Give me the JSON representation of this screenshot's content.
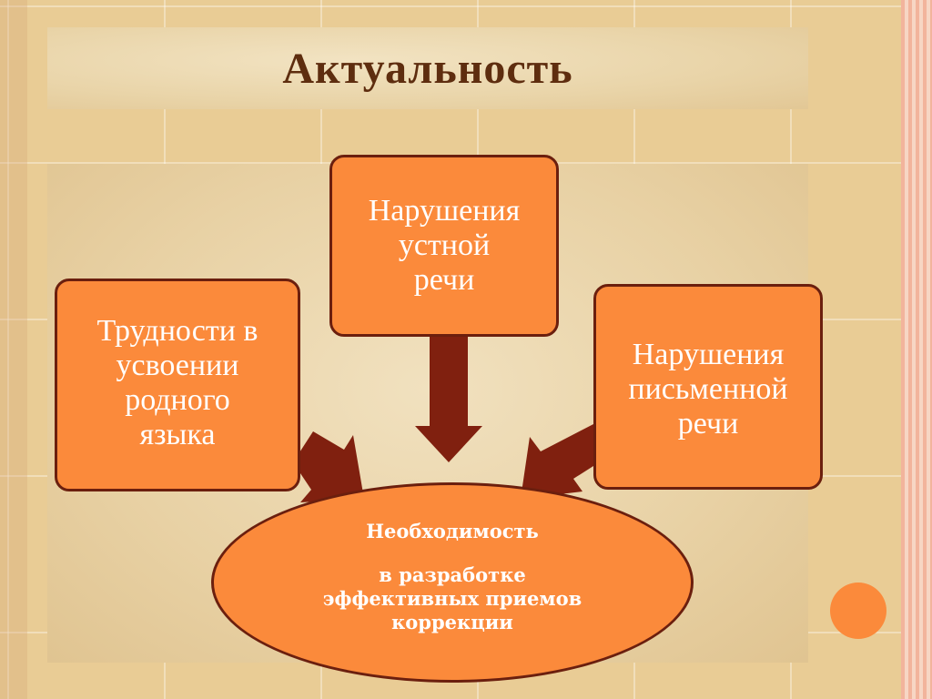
{
  "slide": {
    "title": "Актуальность"
  },
  "boxes": {
    "oral_speech": {
      "lines": [
        "Нарушения",
        "устной",
        "речи"
      ]
    },
    "native_language": {
      "lines": [
        "Трудности в",
        "усвоении",
        "родного",
        "языка"
      ]
    },
    "written_speech": {
      "lines": [
        "Нарушения",
        "письменной",
        "речи"
      ]
    }
  },
  "center": {
    "heading": "Необходимость",
    "lines": [
      "в разработке",
      "эффективных приемов",
      "коррекции"
    ]
  },
  "colors": {
    "box_fill": "#fb8a3b",
    "box_border": "#6b1f0e",
    "arrow": "#80200f",
    "title": "#5e2d0f"
  }
}
